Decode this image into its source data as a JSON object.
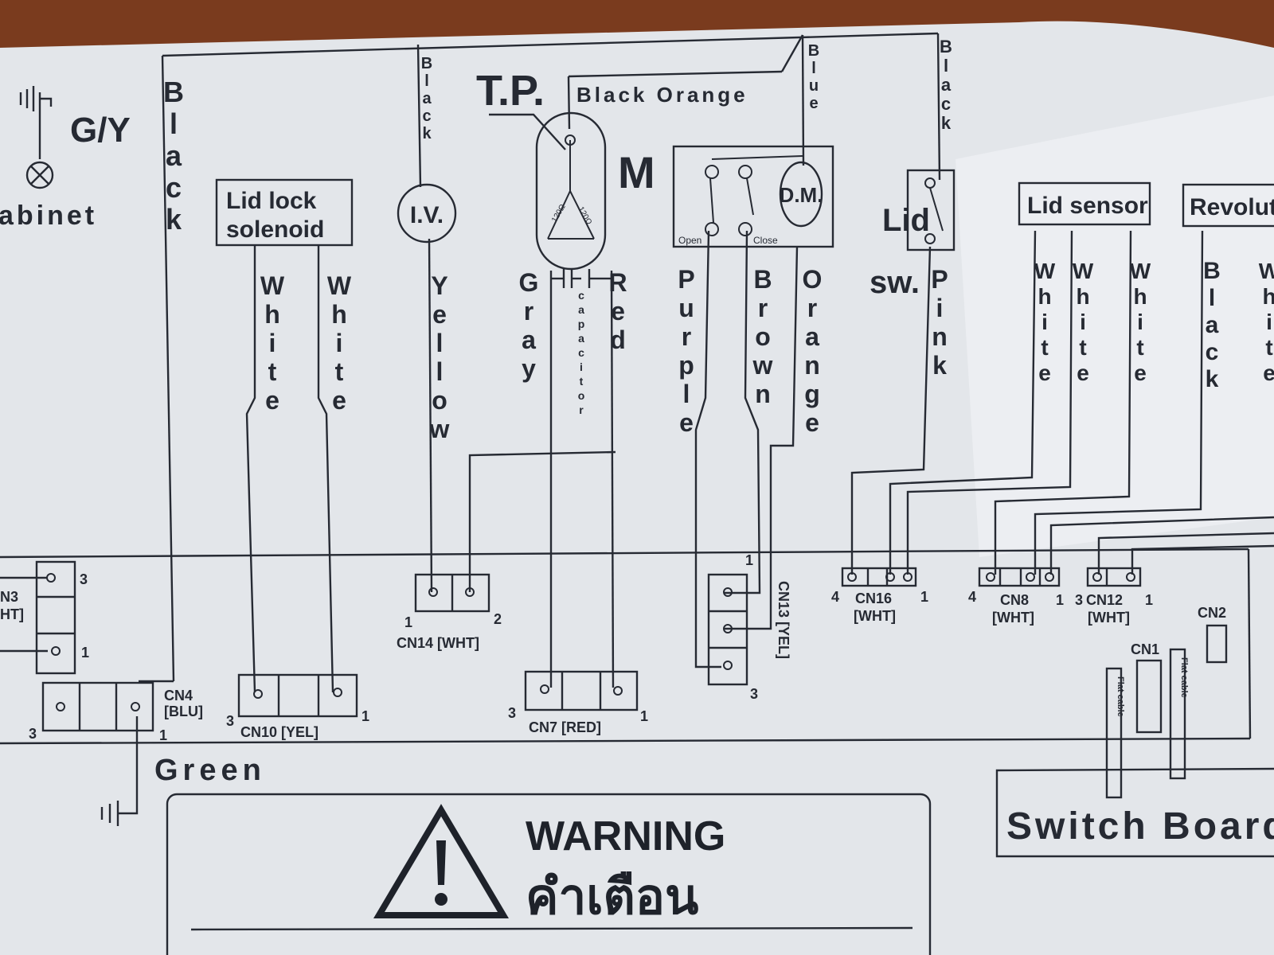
{
  "ground_top": {
    "label": "G/Y",
    "cabinet": "abinet"
  },
  "wires": {
    "black_left": "Black",
    "black_iv": "Black",
    "blue": "Blue",
    "black_right": "Black",
    "white1": "White",
    "white2": "White",
    "yellow": "Yellow",
    "gray": "Gray",
    "red": "Red",
    "capacitor": "capacitor",
    "purple": "Purple",
    "brown": "Brown",
    "orange": "Orange",
    "pink": "Pink",
    "ls_white1": "White",
    "ls_white2": "White",
    "ls_white3": "White",
    "rev_black": "Black",
    "rev_white": "White",
    "top": "Black Orange"
  },
  "components": {
    "tp": "T.P.",
    "motor": "M",
    "iv": "I.V.",
    "dm": "D.M.",
    "open": "Open",
    "close": "Close",
    "lid_lock_1": "Lid lock",
    "lid_lock_2": "solenoid",
    "lid_sw_1": "Lid",
    "lid_sw_2": "sw.",
    "lid_sensor": "Lid sensor",
    "revolution": "Revolut",
    "switch_board": "Switch Board",
    "flat_cable_1": "Flat cable",
    "flat_cable_2": "Flat cable",
    "coil_1": "120Ω",
    "coil_2": "120Ω"
  },
  "connectors": {
    "cn3_name": "N3",
    "cn3_type": "HT]",
    "cn3_p3": "3",
    "cn3_p1": "1",
    "cn4_name": "CN4",
    "cn4_type": "[BLU]",
    "cn4_p3": "3",
    "cn4_p1": "1",
    "cn10": "CN10 [YEL]",
    "cn10_p3": "3",
    "cn10_p1": "1",
    "cn14": "CN14 [WHT]",
    "cn14_p1": "1",
    "cn14_p2": "2",
    "cn7": "CN7 [RED]",
    "cn7_p3": "3",
    "cn7_p1": "1",
    "cn13": "CN13 [YEL]",
    "cn13_p1": "1",
    "cn13_p3": "3",
    "cn16_name": "CN16",
    "cn16_type": "[WHT]",
    "cn16_p4": "4",
    "cn16_p1": "1",
    "cn8_name": "CN8",
    "cn8_type": "[WHT]",
    "cn8_p4": "4",
    "cn8_p1": "1",
    "cn12_name": "CN12",
    "cn12_type": "[WHT]",
    "cn12_p3": "3",
    "cn12_p1": "1",
    "cn1": "CN1",
    "cn2": "CN2"
  },
  "ground_bottom": {
    "label": "Green"
  },
  "warning": {
    "title": "WARNING",
    "thai": "คำเตือน"
  },
  "colors": {
    "paper": "#e4e7eb",
    "ink": "#262a33",
    "table": "#7a3b1e"
  }
}
